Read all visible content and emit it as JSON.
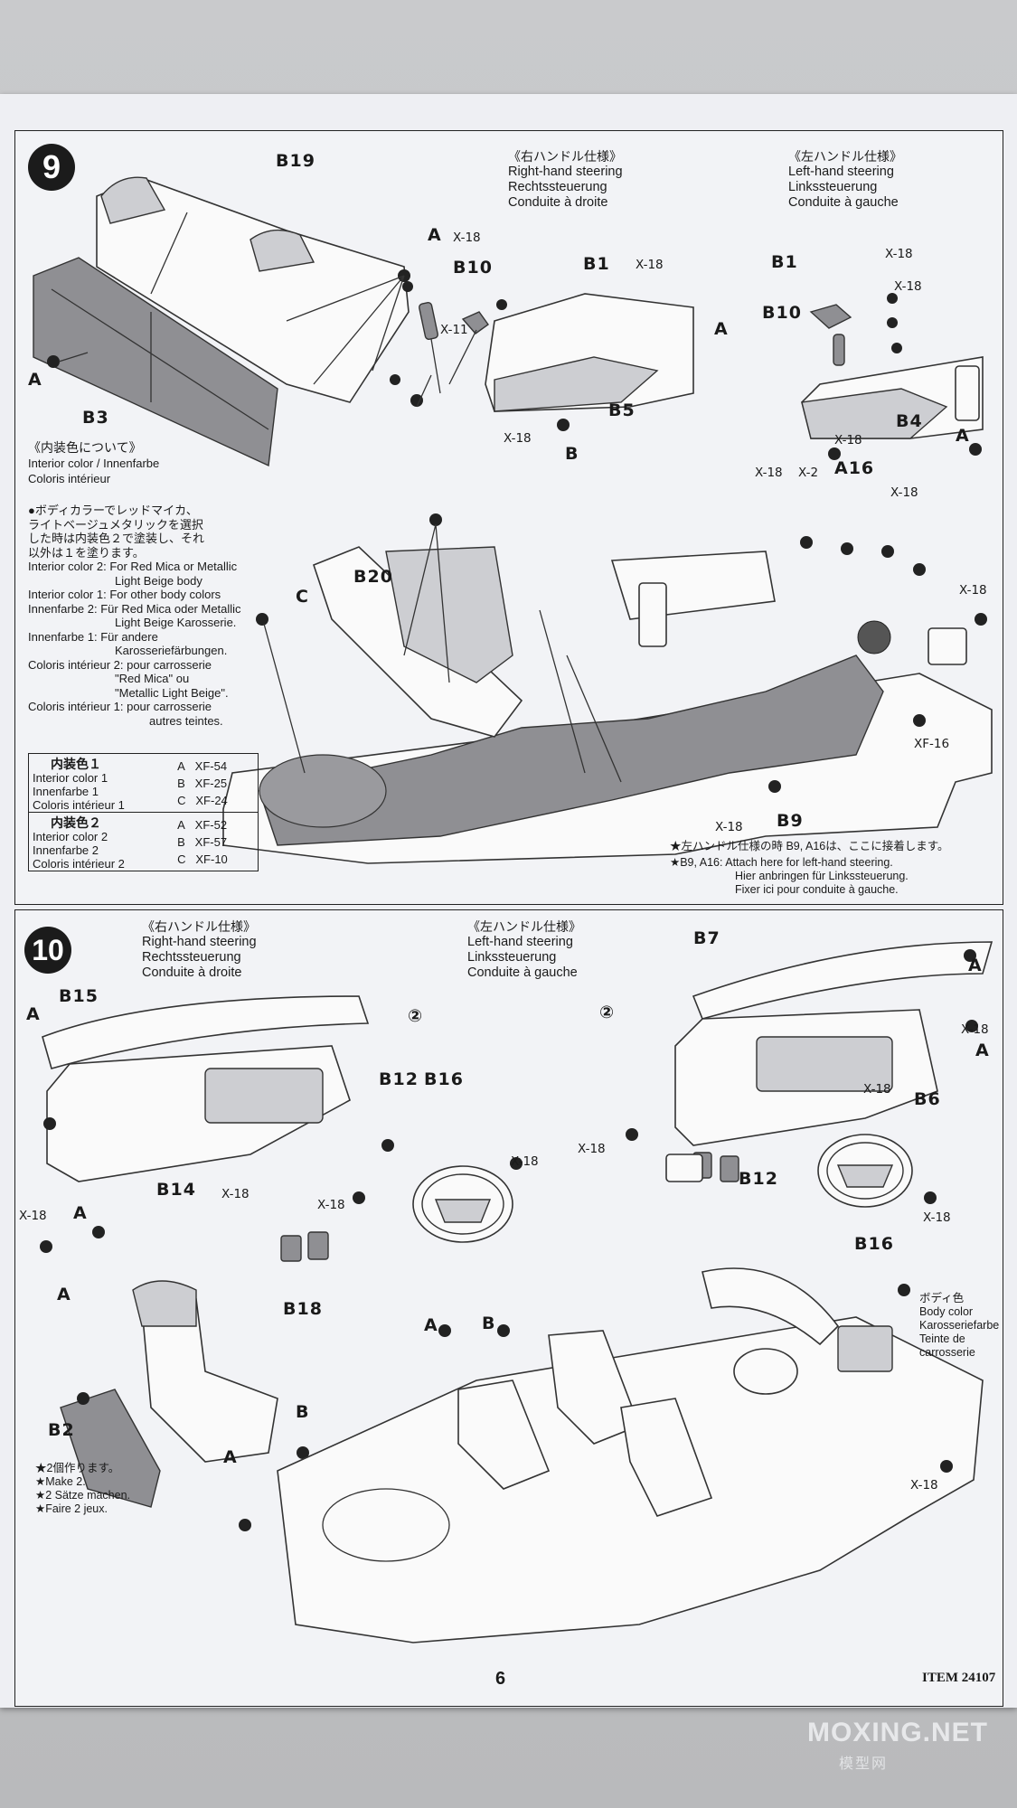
{
  "step9": {
    "number": "9",
    "right_hand_header": [
      "《右ハンドル仕様》",
      "Right-hand steering",
      "Rechtssteuerung",
      "Conduite à droite"
    ],
    "left_hand_header": [
      "《左ハンドル仕様》",
      "Left-hand steering",
      "Linkssteuerung",
      "Conduite à gauche"
    ],
    "labels": {
      "B19": "B19",
      "A": "A",
      "B3": "B3",
      "B10": "B10",
      "B1": "B1",
      "B5": "B5",
      "B4": "B4",
      "B20": "B20",
      "C": "C",
      "B": "B",
      "A16": "A16",
      "B9": "B9",
      "X18": "X-18",
      "X11": "X-11",
      "X2": "X-2",
      "XF16": "XF-16"
    },
    "interior_title": [
      "《内装色について》",
      "Interior color / Innenfarbe",
      "Coloris intérieur"
    ],
    "interior_text": [
      "●ボディカラーでレッドマイカ、",
      "ライトベージュメタリックを選択",
      "した時は内装色２で塗装し、それ",
      "以外は１を塗ります。",
      "Interior color 2: For Red Mica or Metallic",
      "Light Beige body",
      "Interior color 1: For other body colors",
      "Innenfarbe 2: Für Red Mica oder Metallic",
      "Light Beige Karosserie.",
      "Innenfarbe 1: Für andere",
      "Karosseriefärbungen.",
      "Coloris intérieur 2: pour carrosserie",
      "\"Red Mica\" ou",
      "\"Metallic Light Beige\".",
      "Coloris intérieur 1: pour carrosserie",
      "autres teintes."
    ],
    "color_table": [
      {
        "title": "内装色１",
        "names": [
          "Interior color 1",
          "Innenfarbe 1",
          "Coloris intérieur 1"
        ],
        "rows": [
          [
            "A",
            "XF-54"
          ],
          [
            "B",
            "XF-25"
          ],
          [
            "C",
            "XF-24"
          ]
        ]
      },
      {
        "title": "内装色２",
        "names": [
          "Interior color 2",
          "Innenfarbe 2",
          "Coloris intérieur 2"
        ],
        "rows": [
          [
            "A",
            "XF-52"
          ],
          [
            "B",
            "XF-57"
          ],
          [
            "C",
            "XF-10"
          ]
        ]
      }
    ],
    "attach_note": [
      "★左ハンドル仕様の時 B9, A16は、ここに接着します。",
      "★B9, A16: Attach here for left-hand steering.",
      "Hier anbringen für Linkssteuerung.",
      "Fixer ici pour conduite à gauche."
    ]
  },
  "step10": {
    "number": "10",
    "right_hand_header": [
      "《右ハンドル仕様》",
      "Right-hand steering",
      "Rechtssteuerung",
      "Conduite à droite"
    ],
    "left_hand_header": [
      "《左ハンドル仕様》",
      "Left-hand steering",
      "Linkssteuerung",
      "Conduite à gauche"
    ],
    "labels": {
      "B15": "B15",
      "B14": "B14",
      "B12": "B12",
      "B16": "B16",
      "B7": "B7",
      "B6": "B6",
      "B18": "B18",
      "B2": "B2",
      "A": "A",
      "B": "B",
      "circle2": "②",
      "X18": "X-18"
    },
    "body_color": [
      "ボディ色",
      "Body color",
      "Karosseriefarbe",
      "Teinte de",
      "carrosserie"
    ],
    "make2": [
      "★2個作ります。",
      "★Make 2.",
      "★2 Sätze machen.",
      "★Faire 2 jeux."
    ]
  },
  "footer": {
    "page": "6",
    "item": "ITEM 24107"
  },
  "watermark": {
    "main": "MOXING.NET",
    "sub": "模型网"
  }
}
